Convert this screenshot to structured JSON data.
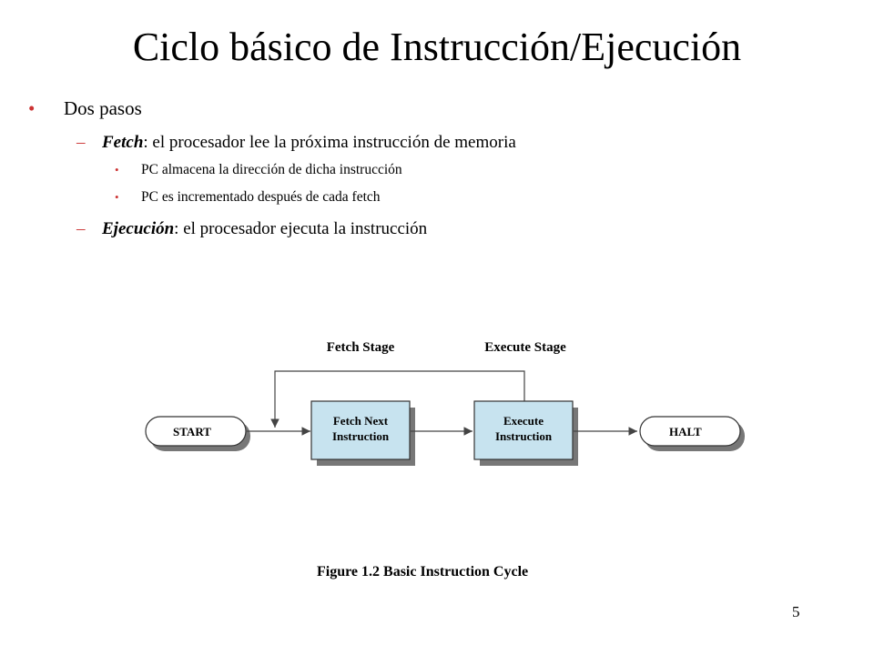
{
  "slide": {
    "title": "Ciclo básico de Instrucción/Ejecución",
    "page_number": "5",
    "accent_color": "#cc3333"
  },
  "bullets": {
    "level1": {
      "marker": "•",
      "text": "Dos pasos"
    },
    "fetch": {
      "marker": "–",
      "term": "Fetch",
      "text": ": el procesador lee la próxima instrucción de memoria"
    },
    "sub1": {
      "marker": "•",
      "text": "PC almacena la dirección de dicha instrucción"
    },
    "sub2": {
      "marker": "•",
      "text": "PC es incrementado después de cada fetch"
    },
    "execute": {
      "marker": "–",
      "term": "Ejecución",
      "text": ": el procesador ejecuta la instrucción"
    }
  },
  "diagram": {
    "fetch_stage_label": "Fetch Stage",
    "execute_stage_label": "Execute Stage",
    "start_label": "START",
    "fetch_box": {
      "line1": "Fetch Next",
      "line2": "Instruction"
    },
    "execute_box": {
      "line1": "Execute",
      "line2": "Instruction"
    },
    "halt_label": "HALT",
    "box_fill": "#c7e3ef",
    "caption": "Figure 1.2  Basic Instruction Cycle"
  }
}
